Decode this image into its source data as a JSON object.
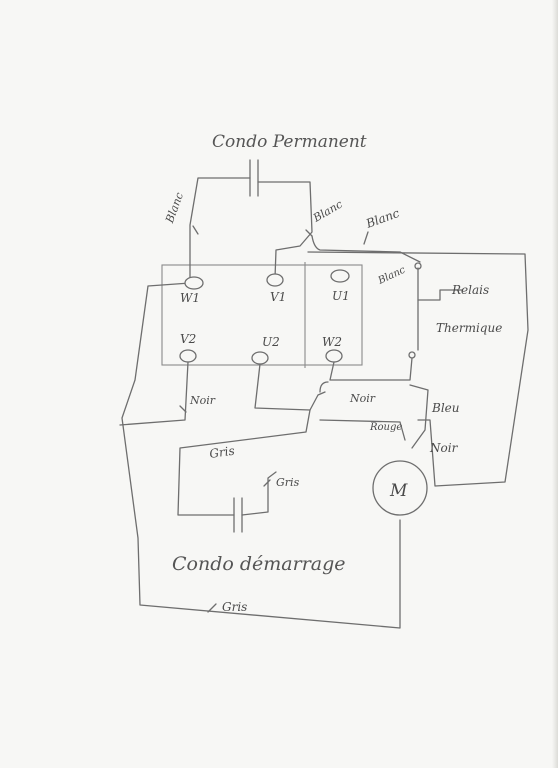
{
  "labels": {
    "condo_permanent": "Condo Permanent",
    "condo_demarrage": "Condo démarrage",
    "blanc_left": "Blanc",
    "blanc_mid": "Blanc",
    "blanc_right": "Blanc",
    "blanc_relay": "Blanc",
    "relais": "Relais",
    "thermique": "Thermique",
    "noir_left": "Noir",
    "noir_mid": "Noir",
    "noir_right": "Noir",
    "bleu": "Bleu",
    "rouge": "Rouge",
    "gris_top": "Gris",
    "gris_mid": "Gris",
    "gris_bottom": "Gris",
    "motor": "M"
  },
  "terminals": {
    "w1": "W1",
    "v1": "V1",
    "u1": "U1",
    "v2": "V2",
    "u2": "U2",
    "w2": "W2"
  },
  "colors": {
    "ink": "#6e6e6e",
    "paper": "#f7f7f5"
  }
}
